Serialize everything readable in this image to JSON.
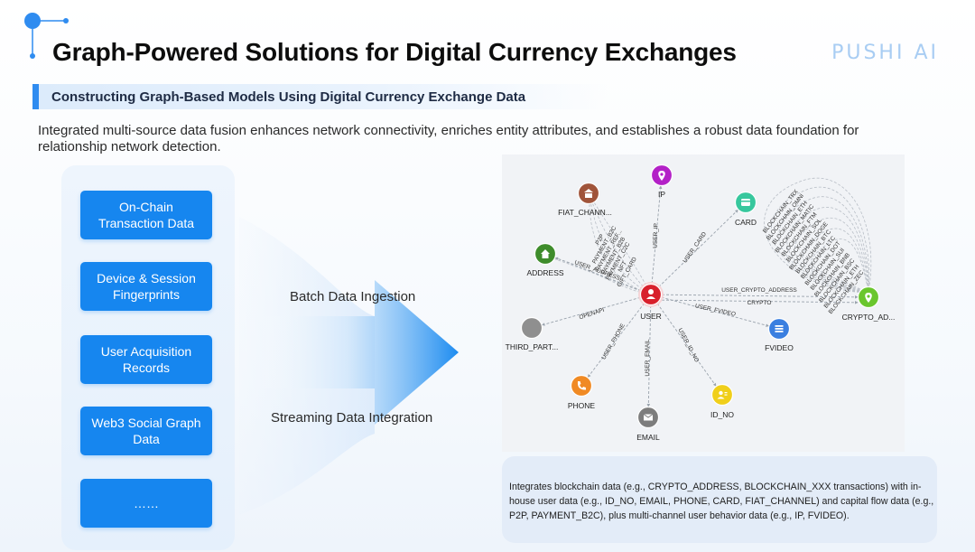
{
  "header": {
    "title": "Graph-Powered Solutions for Digital Currency Exchanges",
    "brand": "PUSHI AI"
  },
  "subheader": {
    "title": "Constructing Graph-Based Models Using Digital Currency Exchange Data"
  },
  "description": "Integrated multi-source data fusion enhances network connectivity, enriches entity attributes, and establishes a robust data foundation for relationship network detection.",
  "sources": [
    {
      "label": "On-Chain\nTransaction Data"
    },
    {
      "label": "Device & Session\nFingerprints"
    },
    {
      "label": "User Acquisition\nRecords"
    },
    {
      "label": "Web3 Social Graph\nData"
    },
    {
      "label": "……"
    }
  ],
  "flow": {
    "batch_label": "Batch Data Ingestion",
    "stream_label": "Streaming Data Integration"
  },
  "graph": {
    "nodes": [
      {
        "id": "user",
        "label": "USER",
        "color": "#d8202c",
        "icon": "user-icon"
      },
      {
        "id": "ip",
        "label": "IP",
        "color": "#b321c7",
        "icon": "location-pin-icon"
      },
      {
        "id": "fiat",
        "label": "FIAT_CHANN...",
        "color": "#a0543a",
        "icon": "bank-icon"
      },
      {
        "id": "card",
        "label": "CARD",
        "color": "#37c79d",
        "icon": "card-icon"
      },
      {
        "id": "address",
        "label": "ADDRESS",
        "color": "#3e8c2b",
        "icon": "home-icon"
      },
      {
        "id": "crypto",
        "label": "CRYPTO_AD...",
        "color": "#6ac62d",
        "icon": "crypto-pin-icon"
      },
      {
        "id": "third",
        "label": "THIRD_PART...",
        "color": "#8f8f8f",
        "icon": "blank-icon"
      },
      {
        "id": "fvideo",
        "label": "FVIDEO",
        "color": "#3a7fe0",
        "icon": "list-icon"
      },
      {
        "id": "phone",
        "label": "PHONE",
        "color": "#f08a24",
        "icon": "phone-icon"
      },
      {
        "id": "email",
        "label": "EMAIL",
        "color": "#7d7d7d",
        "icon": "email-icon"
      },
      {
        "id": "idno",
        "label": "ID_NO",
        "color": "#f0cf1a",
        "icon": "id-icon"
      }
    ],
    "edges": [
      {
        "from": "user",
        "to": "ip",
        "label": "USER_IP"
      },
      {
        "from": "user",
        "to": "card",
        "label": "USER_CARD"
      },
      {
        "from": "user",
        "to": "crypto",
        "label": "USER_CRYPTO_ADDRESS"
      },
      {
        "from": "user",
        "to": "crypto",
        "label": "CRYPTO"
      },
      {
        "from": "user",
        "to": "fvideo",
        "label": "USER_FVIDEO"
      },
      {
        "from": "user",
        "to": "idno",
        "label": "USER_ID_NO"
      },
      {
        "from": "user",
        "to": "email",
        "label": "USER_EMAIL"
      },
      {
        "from": "user",
        "to": "phone",
        "label": "USER_PHONE"
      },
      {
        "from": "user",
        "to": "third",
        "label": "OPENAPI"
      },
      {
        "from": "user",
        "to": "address",
        "label": "USER_ADDRESS"
      }
    ],
    "fiat_edge_labels": [
      "P2P",
      "PAYMENT_B2C",
      "PAYMENT_REF...",
      "PAYMENT_B2B",
      "PAYMENT_C2C",
      "NFT",
      "GIFT_CARD"
    ],
    "blockchain_labels": [
      "BLOCKCHAIN_TRX",
      "BLOCKCHAIN_OMNI",
      "BLOCKCHAIN_ETH",
      "BLOCKCHAIN_MATIC",
      "BLOCKCHAIN_FTM",
      "BLOCKCHAIN_SOL",
      "BLOCKCHAIN_DOGE",
      "BLOCKCHAIN_BTC",
      "BLOCKCHAIN_LTC",
      "BLOCKCHAIN_DOT",
      "BLOCKCHAIN_SUI",
      "BLOCKCHAIN_BNB",
      "BLOCKCHAIN_BSC",
      "BLOCKCHAIN_ETH",
      "BLOCKCHAIN_ZEC"
    ]
  },
  "callout": {
    "text": "Integrates blockchain data (e.g., CRYPTO_ADDRESS, BLOCKCHAIN_XXX transactions) with in-house user data (e.g., ID_NO, EMAIL, PHONE, CARD, FIAT_CHANNEL) and capital flow data (e.g., P2P, PAYMENT_B2C), plus multi-channel user behavior data (e.g., IP, FVIDEO)."
  },
  "colors": {
    "accent": "#1686ef",
    "brand": "#a9cdf3",
    "panel": "#e5f0fc"
  }
}
